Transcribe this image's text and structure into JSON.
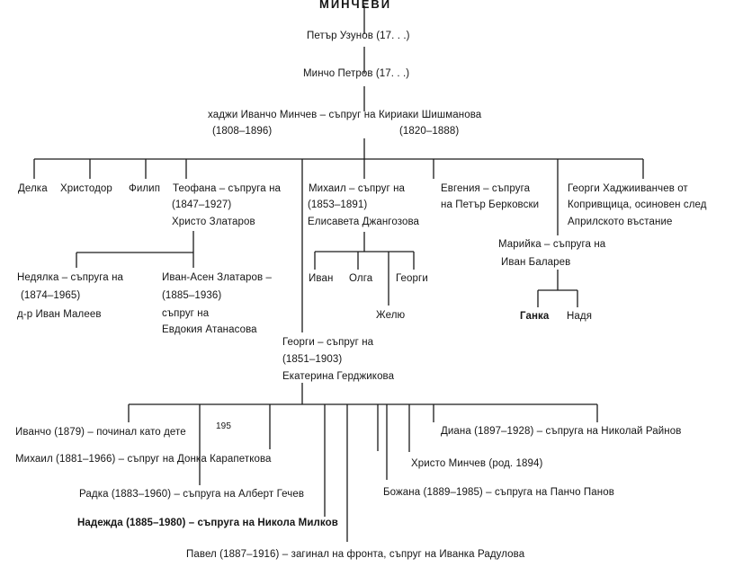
{
  "title": "МИНЧЕВИ",
  "nodes": {
    "petar": "Петър Узунов   (17. . .)",
    "mincho": "Минчо Петров (17. . .)",
    "hadzhi_line1": "хаджи Иванчо Минчев – съпруг на Кириаки Шишманова",
    "hadzhi_dates": "(1808–1896)",
    "kiriaki_dates": "(1820–1888)",
    "delka": "Делка",
    "hristodor": "Христодор",
    "filip": "Филип",
    "teofana_line1": "Теофана – съпруга на",
    "teofana_line2": "(1847–1927)",
    "teofana_line3": "Христо Златаров",
    "mihail_line1": "Михаил – съпруг на",
    "mihail_line2": "(1853–1891)",
    "mihail_line3": "Елисавета Джангозова",
    "evgenia_line1": "Евгения – съпруга",
    "evgenia_line2": "на Петър Берковски",
    "georgi_h_line1": "Георги Хаджииванчев от",
    "georgi_h_line2": "Копривщица, осиновен след",
    "georgi_h_line3": "Априлското въстание",
    "mariyka_line1": "Марийка – съпруга на",
    "mariyka_line2": "Иван Баларев",
    "ganka": "Ганка",
    "nadya": "Надя",
    "nedyalka_line1": "Недялка – съпруга на",
    "nedyalka_line2": "(1874–1965)",
    "nedyalka_line3": "д-р Иван Малеев",
    "ivan_asen_line1": "Иван-Асен Златаров –",
    "ivan_asen_line2": "(1885–1936)",
    "ivan_asen_line3": "съпруг на",
    "ivan_asen_line4": "Евдокия Атанасова",
    "ivan": "Иван",
    "olga": "Олга",
    "georgi_m": "Георги",
    "zhelyu": "Желю",
    "georgi_line1": "Георги – съпруг на",
    "georgi_line2": "(1851–1903)",
    "georgi_line3": "Екатерина Герджикова",
    "ivancho": "Иванчо (1879) – починал като дете",
    "page_number": "195",
    "mihail2": "Михаил (1881–1966) – съпруг на Донка Карапеткова",
    "radka": "Радка (1883–1960) – съпруга на Алберт Гечев",
    "nadezhda": "Надежда (1885–1980) – съпруга на Никола Милков",
    "pavel": "Павел (1887–1916) – загинал на фронта, съпруг на Иванка Радулова",
    "bozhana": "Божана (1889–1985) – съпруга на Панчо Панов",
    "hristo": "Христо Минчев (род. 1894)",
    "diana": "Диана (1897–1928) – съпруга на Николай Райнов"
  }
}
